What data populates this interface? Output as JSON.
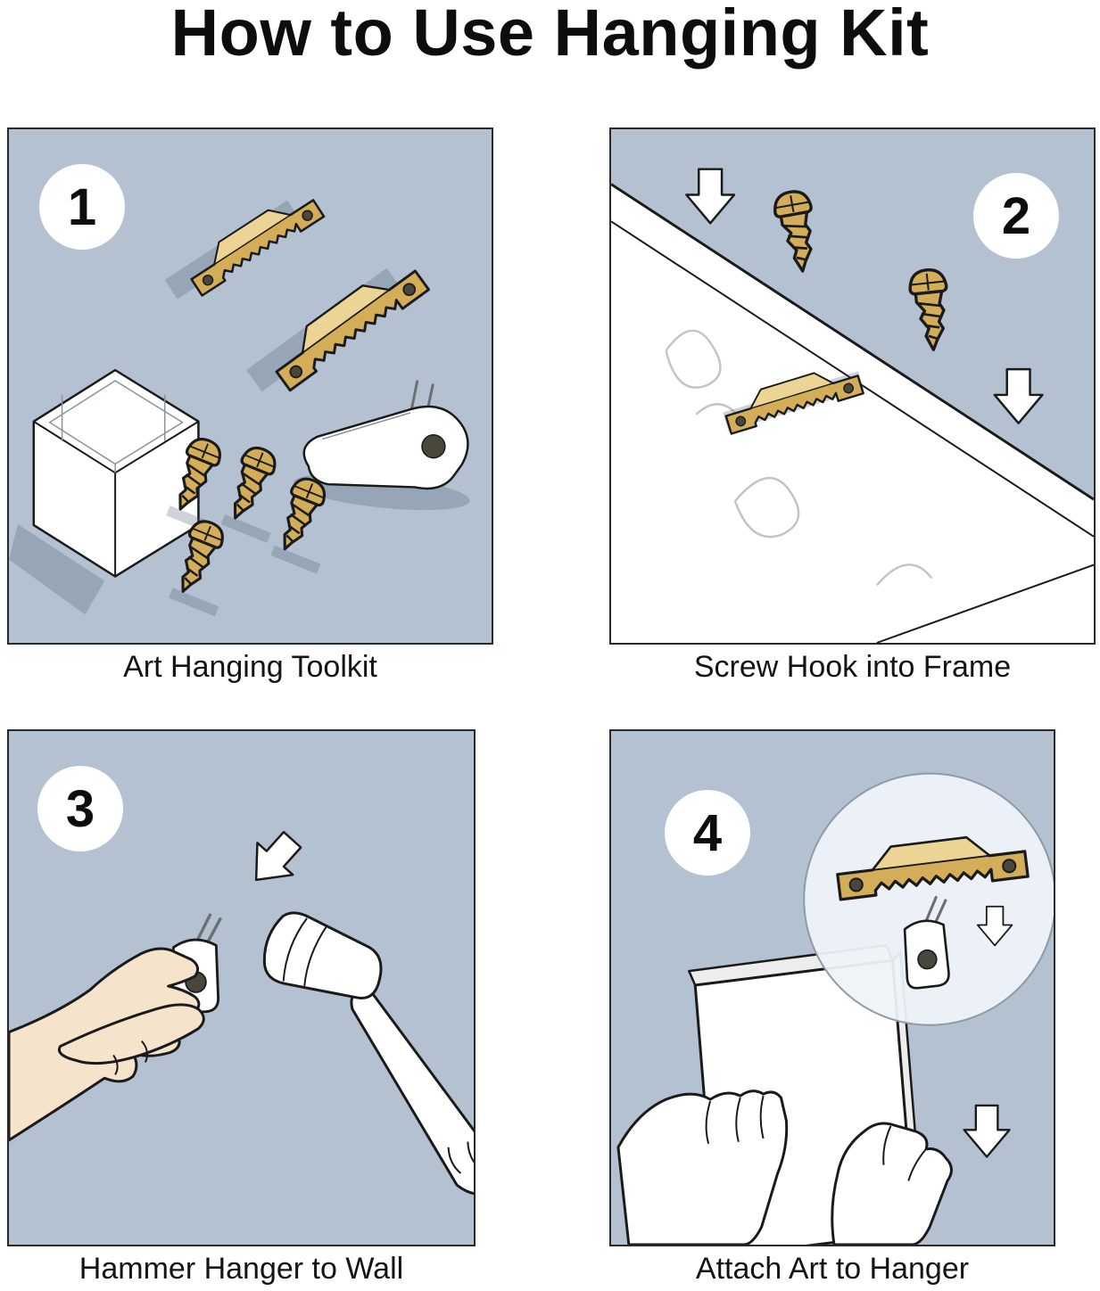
{
  "title": "How to Use Hanging  Kit",
  "panels": [
    {
      "number": "1",
      "caption": "Art Hanging Toolkit"
    },
    {
      "number": "2",
      "caption": "Screw Hook into Frame"
    },
    {
      "number": "3",
      "caption": "Hammer Hanger to Wall"
    },
    {
      "number": "4",
      "caption": "Attach Art to Hanger"
    }
  ],
  "icons": [
    "sawtooth-hanger-icon",
    "screw-icon",
    "storage-box-icon",
    "wall-hook-icon",
    "down-arrow-icon",
    "frame-molding-icon",
    "hammer-icon",
    "hand-icon",
    "art-frame-icon",
    "magnifier-circle-icon"
  ],
  "colors": {
    "page_bg": "#ffffff",
    "panel_bg": "#b3c1d0",
    "brass": "#d3ad58",
    "brass_light": "#ecd494",
    "outline": "#1a1a1a",
    "skin": "#f5e3cc",
    "white": "#ffffff"
  }
}
